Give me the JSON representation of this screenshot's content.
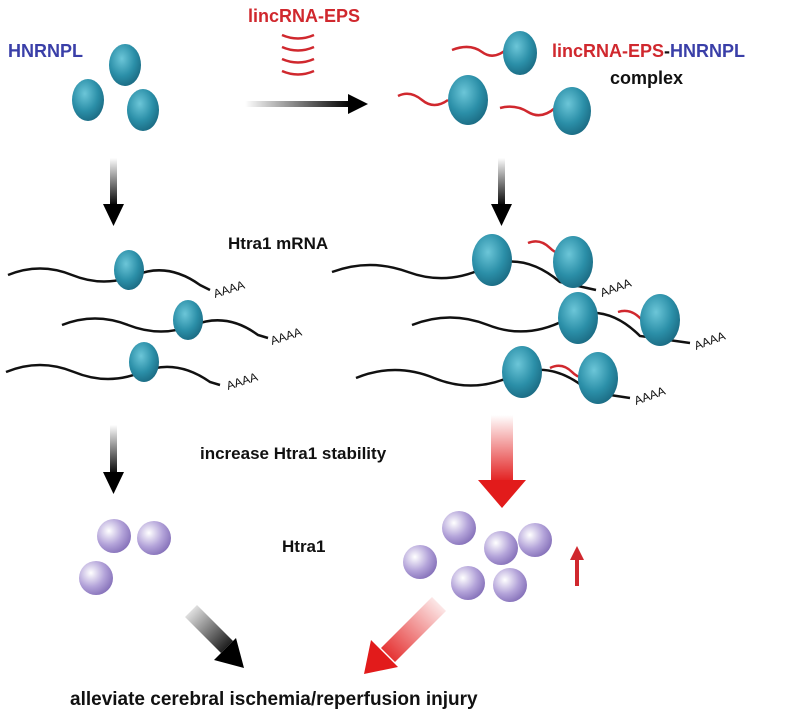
{
  "labels": {
    "hnrnpl": "HNRNPL",
    "lincrna": "lincRNA-EPS",
    "complex_linc": "lincRNA-EPS",
    "complex_dash": "-",
    "complex_hnrnpl": "HNRNPL",
    "complex_word": "complex",
    "mrna": "Htra1 mRNA",
    "stability": "increase Htra1 stability",
    "htra1": "Htra1",
    "outcome": "alleviate cerebral ischemia/reperfusion injury"
  },
  "polyA": "AAAA",
  "colors": {
    "hnrnpl_label": "#3a3fa8",
    "lincrna": "#d0282e",
    "protein": "#2b8fa8",
    "htra1_protein": "#9a86c8",
    "up_arrow": "#d0282e",
    "mrna": "#111111"
  },
  "icons": {
    "protein": "teal-ellipse-icon",
    "htra1": "purple-sphere-icon",
    "lincrna": "wavy-rna-icon"
  }
}
